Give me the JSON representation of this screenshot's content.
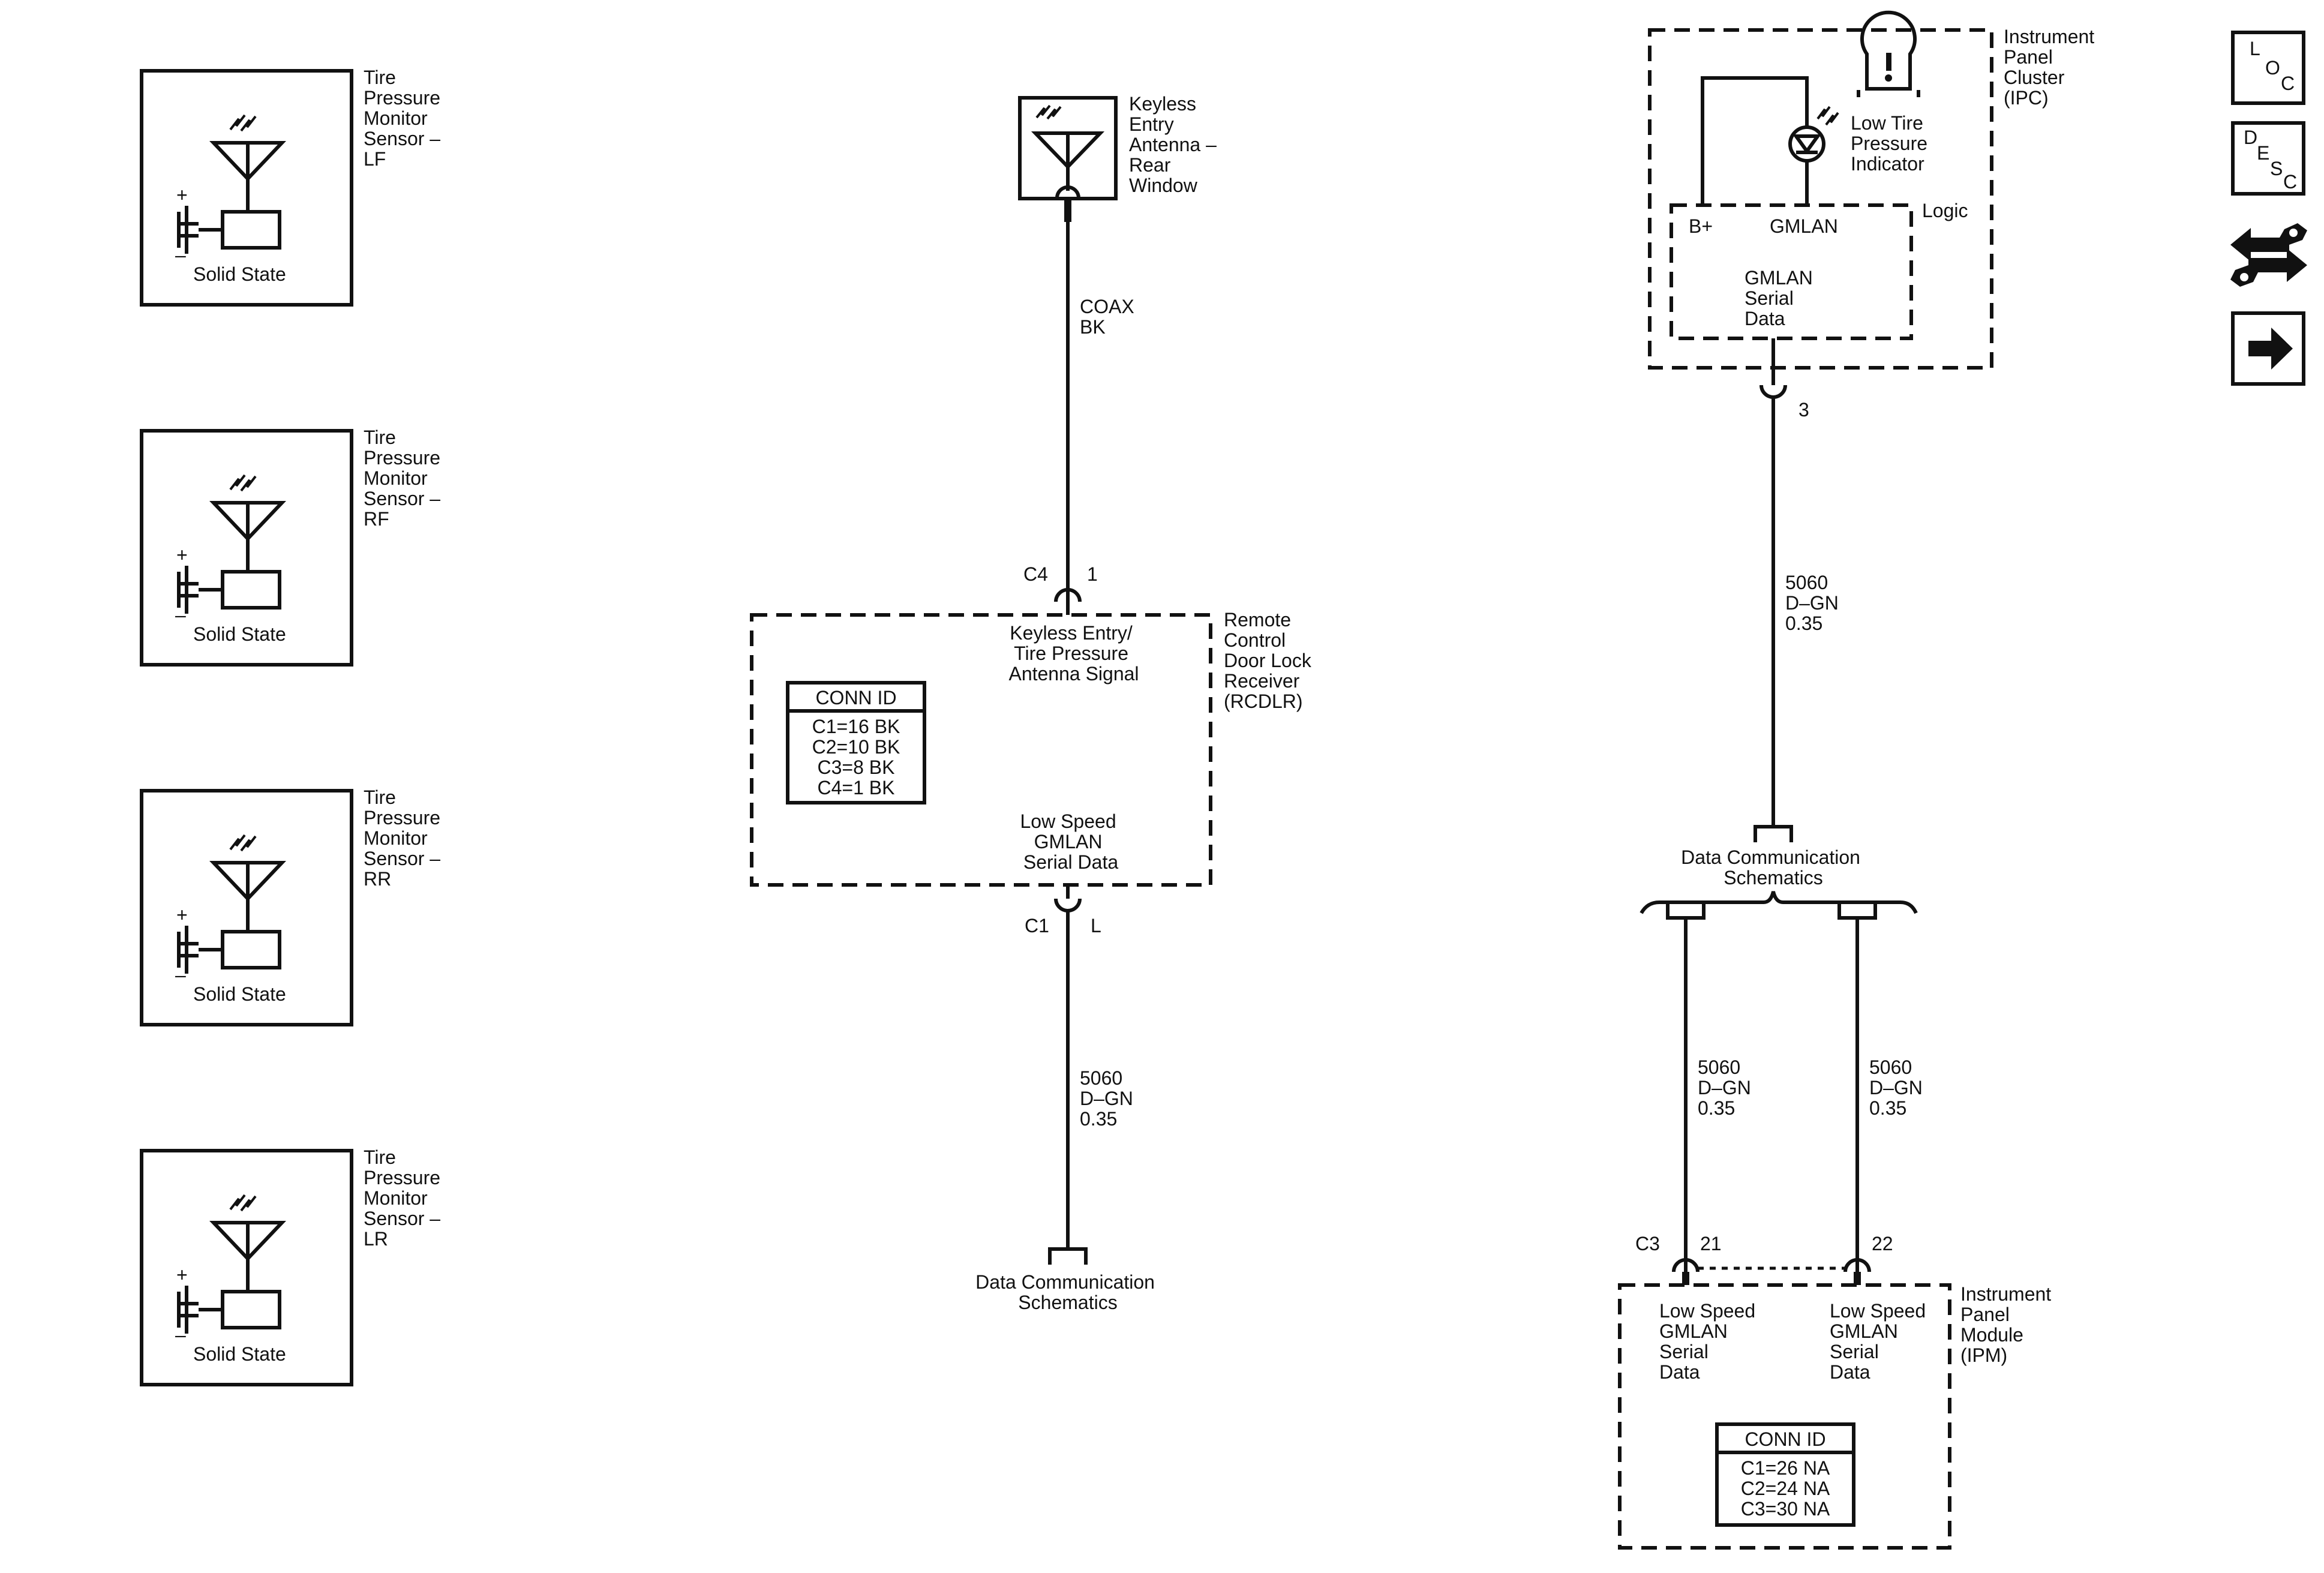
{
  "sensors": [
    {
      "name_lines": [
        "Tire",
        "Pressure",
        "Monitor",
        "Sensor –",
        "LF"
      ],
      "state": "Solid State",
      "plus": "+",
      "minus": "–"
    },
    {
      "name_lines": [
        "Tire",
        "Pressure",
        "Monitor",
        "Sensor –",
        "RF"
      ],
      "state": "Solid State",
      "plus": "+",
      "minus": "–"
    },
    {
      "name_lines": [
        "Tire",
        "Pressure",
        "Monitor",
        "Sensor –",
        "RR"
      ],
      "state": "Solid State",
      "plus": "+",
      "minus": "–"
    },
    {
      "name_lines": [
        "Tire",
        "Pressure",
        "Monitor",
        "Sensor –",
        "LR"
      ],
      "state": "Solid State",
      "plus": "+",
      "minus": "–"
    }
  ],
  "antenna": {
    "name_lines": [
      "Keyless",
      "Entry",
      "Antenna –",
      "Rear",
      "Window"
    ]
  },
  "coax": {
    "lines": [
      "COAX",
      "BK"
    ]
  },
  "rcdlr": {
    "connector": "C4",
    "pin_top": "1",
    "name_lines": [
      "Remote",
      "Control",
      "Door Lock",
      "Receiver",
      "(RCDLR)"
    ],
    "signal_lines": [
      "Keyless Entry/",
      "Tire Pressure",
      "Antenna Signal"
    ],
    "gmlan_lines": [
      "Low Speed",
      "GMLAN",
      "Serial Data"
    ],
    "conn_id": {
      "title": "CONN ID",
      "rows": [
        "C1=16 BK",
        "C2=10 BK",
        "C3=8 BK",
        "C4=1 BK"
      ]
    },
    "bottom_connector": "C1",
    "bottom_pin": "L"
  },
  "wire_mid": {
    "lines": [
      "5060",
      "D–GN",
      "0.35"
    ]
  },
  "dcs_mid": {
    "lines": [
      "Data Communication",
      "Schematics"
    ]
  },
  "ipc": {
    "name_lines": [
      "Instrument",
      "Panel",
      "Cluster",
      "(IPC)"
    ],
    "indicator_lines": [
      "Low Tire",
      "Pressure",
      "Indicator"
    ],
    "logic": "Logic",
    "bplus": "B+",
    "gmlan": "GMLAN",
    "serial_lines": [
      "GMLAN",
      "Serial",
      "Data"
    ],
    "pin": "3"
  },
  "wire_ipc": {
    "lines": [
      "5060",
      "D–GN",
      "0.35"
    ]
  },
  "dcs_right": {
    "lines": [
      "Data Communication",
      "Schematics"
    ]
  },
  "wire_left": {
    "lines": [
      "5060",
      "D–GN",
      "0.35"
    ]
  },
  "wire_right": {
    "lines": [
      "5060",
      "D–GN",
      "0.35"
    ]
  },
  "ipm": {
    "connector": "C3",
    "pin_a": "21",
    "pin_b": "22",
    "name_lines": [
      "Instrument",
      "Panel",
      "Module",
      "(IPM)"
    ],
    "left_lines": [
      "Low Speed",
      "GMLAN",
      "Serial",
      "Data"
    ],
    "right_lines": [
      "Low Speed",
      "GMLAN",
      "Serial",
      "Data"
    ],
    "conn_id": {
      "title": "CONN ID",
      "rows": [
        "C1=26 NA",
        "C2=24 NA",
        "C3=30 NA"
      ]
    }
  },
  "nav": {
    "loc": [
      "L",
      "O",
      "C"
    ],
    "desc": [
      "D",
      "E",
      "S",
      "C"
    ]
  }
}
